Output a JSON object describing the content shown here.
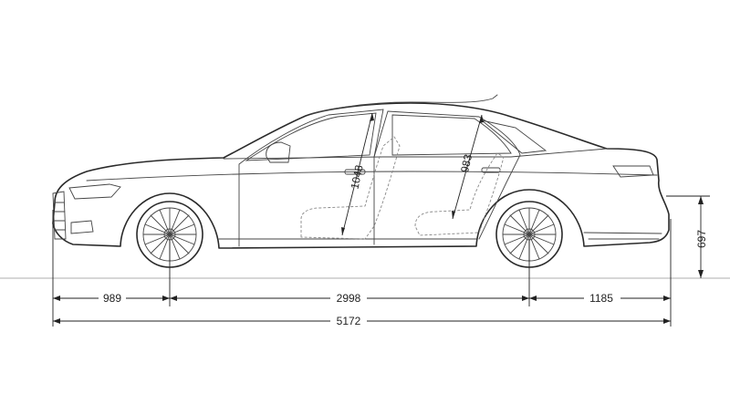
{
  "dimensions": {
    "front_overhang": "989",
    "wheelbase": "2998",
    "rear_overhang": "1185",
    "overall_length": "5172",
    "front_headroom": "1048",
    "rear_headroom": "983",
    "ground_to_trunk_lip": "697"
  },
  "colors": {
    "line": "#2a2a2a",
    "ground": "#bdbdbd",
    "seat_ghost": "#888888"
  }
}
